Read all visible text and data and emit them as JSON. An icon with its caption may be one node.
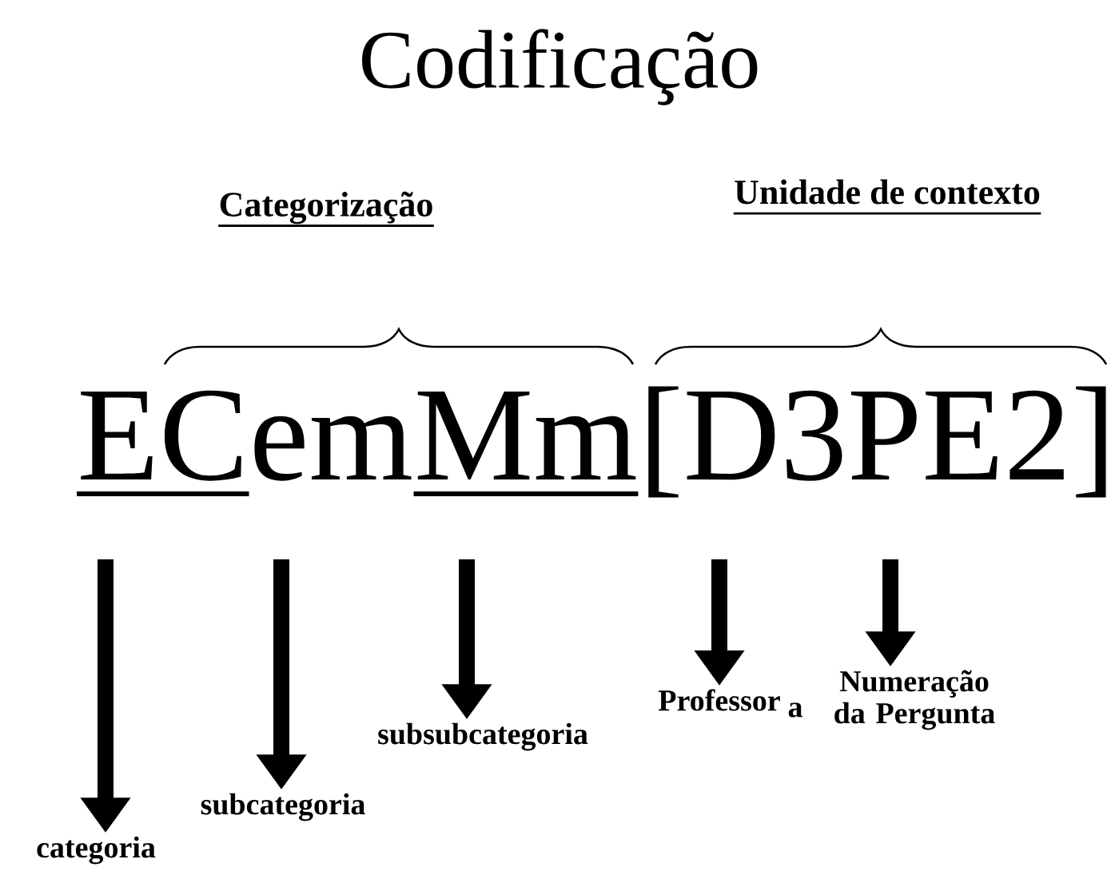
{
  "diagram": {
    "title": "Codificação",
    "nodes": [
      {
        "text": [
          "categoria"
        ]
      },
      {
        "text": [
          "subcategoria"
        ]
      },
      {
        "text": [
          "subsubcategoria"
        ]
      },
      {
        "text": [
          "Professor"
        ],
        "beside": [
          "a"
        ]
      },
      {
        "text": [
          "Numeração da Pergunta"
        ]
      }
    ],
    "edges": [
      {
        "from": null,
        "to": 0,
        "arrow": "to"
      },
      {
        "from": null,
        "to": 1,
        "arrow": "to"
      },
      {
        "from": null,
        "to": 2,
        "arrow": "to"
      },
      {
        "from": null,
        "to": 3,
        "arrow": "to"
      },
      {
        "from": null,
        "to": 4,
        "arrow": "to"
      }
    ],
    "labels": [
      "Categorização",
      "Unidade de contexto",
      "EC",
      "em",
      "Mm",
      "[D3PE2]"
    ]
  }
}
